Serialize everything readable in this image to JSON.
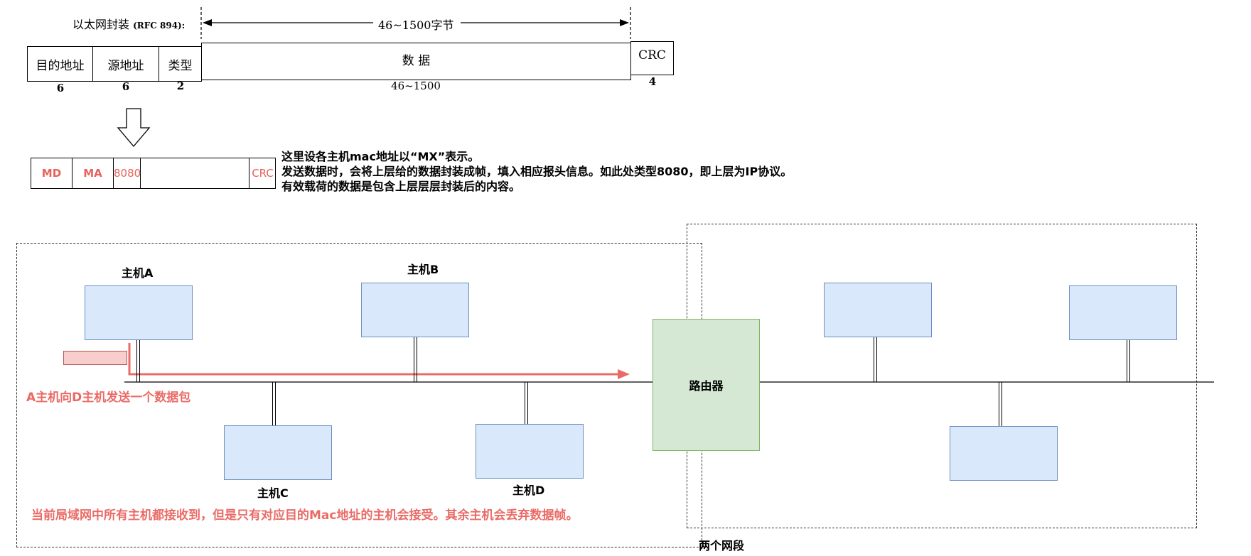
{
  "ethernet": {
    "title": "以太网封装",
    "rfc": "(RFC 894):",
    "data_range": "46~1500字节",
    "fields": [
      {
        "label": "目的地址",
        "size": "6"
      },
      {
        "label": "源地址",
        "size": "6"
      },
      {
        "label": "类型",
        "size": "2"
      },
      {
        "label": "数  据",
        "size": "46~1500"
      },
      {
        "label": "CRC",
        "size": "4"
      }
    ]
  },
  "simple_frame": {
    "cells": [
      "MD",
      "MA",
      "8080",
      "",
      "CRC"
    ],
    "accent": "#e8615c"
  },
  "notes": [
    "这里设各主机mac地址以“MX”表示。",
    "发送数据时，会将上层给的数据封装成帧，填入相应报头信息。如此处类型8080，即上层为IP协议。",
    "有效载荷的数据是包含上层层层封装后的内容。"
  ],
  "network": {
    "hosts": {
      "a": "主机A",
      "b": "主机B",
      "c": "主机C",
      "d": "主机D"
    },
    "router": "路由器",
    "send_caption": "A主机向D主机发送一个数据包",
    "receive_caption": "当前局域网中所有主机都接收到，但是只有对应目的Mac地址的主机会接受。其余主机会丢弃数据帧。",
    "segments_label": "两个网段",
    "colors": {
      "host_fill": "#dae8fc",
      "router_fill": "#d5e8d4",
      "arrow": "#ea6b66"
    }
  }
}
